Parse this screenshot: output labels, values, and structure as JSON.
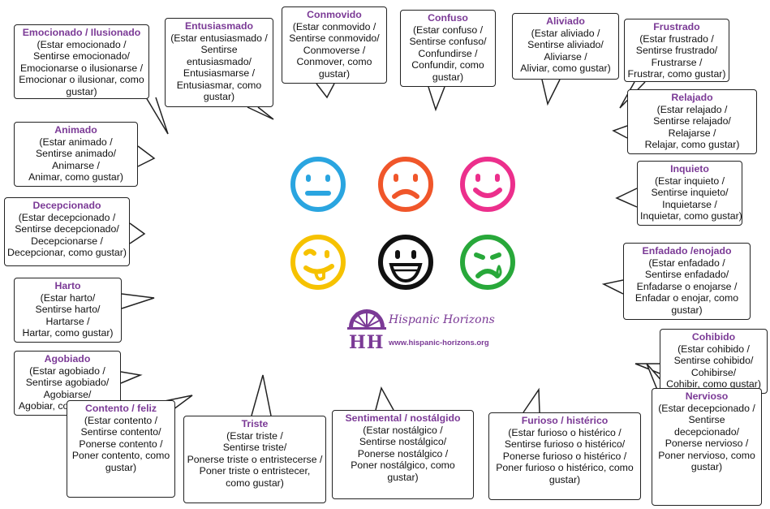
{
  "bubbles": [
    {
      "title": "Emocionado / Ilusionado",
      "lines": [
        "(Estar emocionado /",
        "Sentirse emocionado/",
        "Emocionarse o ilusionarse /",
        "Emocionar o ilusionar, como",
        "gustar)"
      ]
    },
    {
      "title": "Entusiasmado",
      "lines": [
        "(Estar entusiasmado /",
        "Sentirse",
        "entusiasmado/",
        "Entusiasmarse /",
        "Entusiasmar, como",
        "gustar)"
      ]
    },
    {
      "title": "Conmovido",
      "lines": [
        "(Estar conmovido /",
        "Sentirse conmovido/",
        "Conmoverse /",
        "Conmover, como",
        "gustar)"
      ]
    },
    {
      "title": "Confuso",
      "lines": [
        "(Estar confuso /",
        "Sentirse confuso/",
        "Confundirse /",
        "Confundir, como",
        "gustar)"
      ]
    },
    {
      "title": "Aliviado",
      "lines": [
        "(Estar aliviado /",
        "Sentirse aliviado/",
        "Aliviarse /",
        "Aliviar, como gustar)"
      ]
    },
    {
      "title": "Frustrado",
      "lines": [
        "(Estar frustrado /",
        "Sentirse frustrado/",
        "Frustrarse /",
        "Frustrar, como gustar)"
      ]
    },
    {
      "title": "Relajado",
      "lines": [
        "(Estar relajado /",
        "Sentirse relajado/",
        "Relajarse /",
        "Relajar, como gustar)"
      ]
    },
    {
      "title": "Animado",
      "lines": [
        "(Estar animado /",
        "Sentirse animado/",
        "Animarse /",
        "Animar, como gustar)"
      ]
    },
    {
      "title": "Inquieto",
      "lines": [
        "(Estar inquieto /",
        "Sentirse inquieto/",
        "Inquietarse /",
        "Inquietar, como gustar)"
      ]
    },
    {
      "title": "Decepcionado",
      "lines": [
        "(Estar decepcionado /",
        "Sentirse decepcionado/",
        "Decepcionarse /",
        "Decepcionar, como gustar)"
      ]
    },
    {
      "title": "Enfadado /enojado",
      "lines": [
        "(Estar enfadado /",
        "Sentirse enfadado/",
        "Enfadarse o enojarse /",
        "Enfadar o enojar, como",
        "gustar)"
      ]
    },
    {
      "title": "Harto",
      "lines": [
        "(Estar harto/",
        "Sentirse harto/",
        "Hartarse /",
        "Hartar, como gustar)"
      ]
    },
    {
      "title": "Cohibido",
      "lines": [
        "(Estar cohibido /",
        "Sentirse cohibido/",
        "Cohibirse/",
        "Cohibir, como gustar)"
      ]
    },
    {
      "title": "Agobiado",
      "lines": [
        "(Estar agobiado /",
        "Sentirse agobiado/",
        "Agobiarse/",
        "Agobiar, como gustar)"
      ]
    },
    {
      "title": "Nervioso",
      "lines": [
        "(Estar decepcionado /",
        "Sentirse",
        "decepcionado/",
        "Ponerse nervioso /",
        "Poner nervioso, como",
        "gustar)"
      ]
    },
    {
      "title": "Contento / feliz",
      "lines": [
        "(Estar contento /",
        "Sentirse contento/",
        "Ponerse contento /",
        "Poner contento, como",
        "gustar)"
      ]
    },
    {
      "title": "Triste",
      "lines": [
        "(Estar triste /",
        "Sentirse triste/",
        "Ponerse triste o entristecerse /",
        "Poner triste o entristecer,",
        "como gustar)"
      ]
    },
    {
      "title": "Sentimental / nostálgido",
      "lines": [
        "(Estar nostálgico /",
        "Sentirse nostálgico/",
        "Ponerse nostálgico /",
        "Poner nostálgico, como",
        "gustar)"
      ]
    },
    {
      "title": "Furioso / histérico",
      "lines": [
        "(Estar furioso o histérico /",
        "Sentirse furioso o histérico/",
        "Ponerse furioso o histérico /",
        "Poner furioso o histérico, como",
        "gustar)"
      ]
    }
  ],
  "logo": {
    "name": "Hispanic Horizons",
    "url": "www.hispanic-horizons.org",
    "initials": "HH"
  },
  "colors": {
    "title": "#7b3a96",
    "blue": "#2aa5e0",
    "orange": "#f0562a",
    "pink": "#ec2f8c",
    "yellow": "#f6c200",
    "black": "#111111",
    "green": "#28a83a"
  }
}
